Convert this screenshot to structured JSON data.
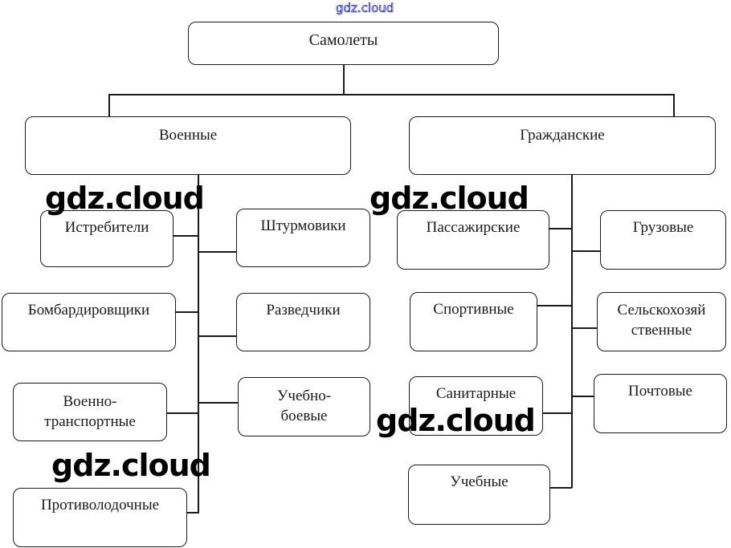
{
  "watermarks": {
    "top": "gdz.cloud",
    "overlay": [
      "gdz.cloud",
      "gdz.cloud",
      "gdz.cloud",
      "gdz.cloud"
    ]
  },
  "root": {
    "label": "Самолеты"
  },
  "branches": {
    "military": {
      "label": "Военные",
      "left": [
        {
          "lines": [
            "Истребители"
          ]
        },
        {
          "lines": [
            "Бомбардировщики"
          ]
        },
        {
          "lines": [
            "Военно-",
            "транспортные"
          ]
        },
        {
          "lines": [
            "Противолодочные"
          ]
        }
      ],
      "right": [
        {
          "lines": [
            "Штурмовики"
          ]
        },
        {
          "lines": [
            "Разведчики"
          ]
        },
        {
          "lines": [
            "Учебно-",
            "боевые"
          ]
        }
      ]
    },
    "civil": {
      "label": "Гражданские",
      "left": [
        {
          "lines": [
            "Пассажирские"
          ]
        },
        {
          "lines": [
            "Спортивные"
          ]
        },
        {
          "lines": [
            "Санитарные"
          ]
        },
        {
          "lines": [
            "Учебные"
          ]
        }
      ],
      "right": [
        {
          "lines": [
            "Грузовые"
          ]
        },
        {
          "lines": [
            "Сельскохозяй",
            "ственные"
          ]
        },
        {
          "lines": [
            "Почтовые"
          ]
        }
      ]
    }
  }
}
